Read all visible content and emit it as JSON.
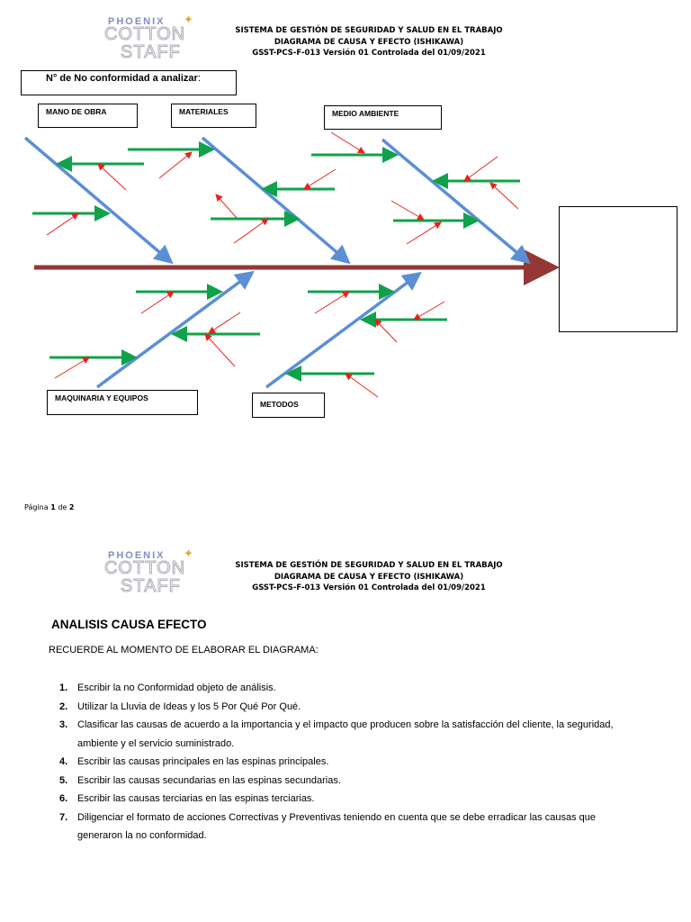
{
  "logo": {
    "line1": "PHOENIX",
    "line2": "COTTON",
    "line3": "STAFF"
  },
  "header": {
    "line1": "SISTEMA DE GESTIÓN DE SEGURIDAD Y SALUD EN EL TRABAJO",
    "line2": "DIAGRAMA DE CAUSA Y EFECTO (ISHIKAWA)",
    "line3": "GSST-PCS-F-013 Versión 01 Controlada  del 01/09/2021"
  },
  "nonconformity_label": "N° de No conformidad a analizar",
  "nonconformity_colon": ":",
  "categories": {
    "mano_de_obra": "MANO DE OBRA",
    "materiales": "MATERIALES",
    "medio_ambiente": "MEDIO AMBIENTE",
    "maquinaria": "MAQUINARIA Y EQUIPOS",
    "metodos": "METODOS"
  },
  "colors": {
    "spine": "#953735",
    "bone": "#5b8fd5",
    "cause_arrow": "#10a24b",
    "sub_cause_arrow": "#e8211c"
  },
  "page_number": {
    "prefix": "Página",
    "current": "1",
    "sep": "de",
    "total": "2"
  },
  "analysis": {
    "title": "ANALISIS CAUSA EFECTO",
    "reminder": "RECUERDE AL MOMENTO DE ELABORAR EL DIAGRAMA:",
    "steps": [
      {
        "num": "1.",
        "text": "Escribir la no Conformidad objeto de análisis."
      },
      {
        "num": "2.",
        "text": "Utilizar la Lluvia de Ideas y los 5 Por Qué Por Qué."
      },
      {
        "num": "3.",
        "text": "Clasificar las causas de acuerdo a la importancia y el impacto que producen sobre la satisfacción del cliente, la seguridad, ambiente y el servicio suministrado."
      },
      {
        "num": "4.",
        "text": "Escribir las causas principales en las espinas principales."
      },
      {
        "num": "5.",
        "text": "Escribir las causas secundarias en las espinas secundarias."
      },
      {
        "num": "6.",
        "text": "Escribir las causas terciarias en las espinas terciarias."
      },
      {
        "num": "7.",
        "text": "Diligenciar el formato de acciones Correctivas y Preventivas teniendo en cuenta que se debe erradicar las causas que generaron la no conformidad."
      }
    ]
  }
}
